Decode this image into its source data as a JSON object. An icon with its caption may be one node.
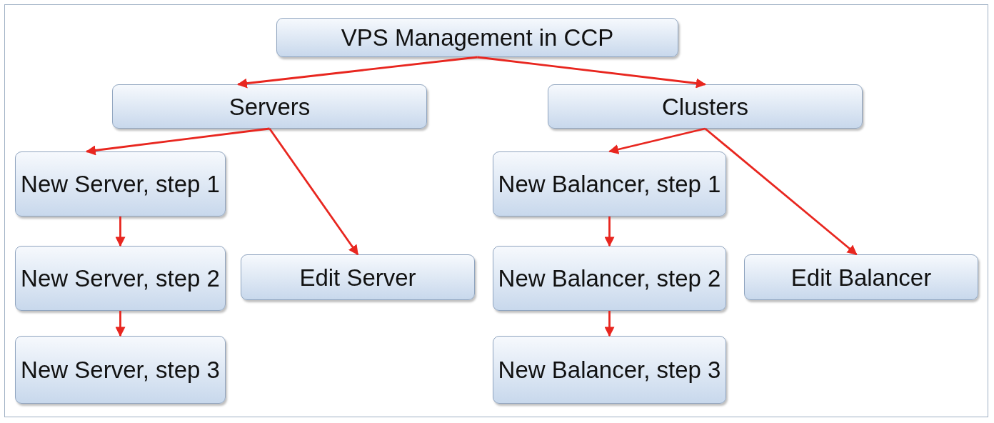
{
  "diagram": {
    "nodes": [
      {
        "text": [
          "VPS Management in CCP"
        ]
      },
      {
        "text": [
          "Servers"
        ]
      },
      {
        "text": [
          "Clusters"
        ]
      },
      {
        "text": [
          "New Server, step 1"
        ]
      },
      {
        "text": [
          "New Server, step 2"
        ]
      },
      {
        "text": [
          "New Server, step 3"
        ]
      },
      {
        "text": [
          "Edit Server"
        ]
      },
      {
        "text": [
          "New Balancer, step 1"
        ]
      },
      {
        "text": [
          "New Balancer, step 2"
        ]
      },
      {
        "text": [
          "New Balancer, step 3"
        ]
      },
      {
        "text": [
          "Edit Balancer"
        ]
      }
    ],
    "edges": [
      {
        "from": 0,
        "to": 1,
        "arrow": "to"
      },
      {
        "from": 0,
        "to": 2,
        "arrow": "to"
      },
      {
        "from": 1,
        "to": 3,
        "arrow": "to"
      },
      {
        "from": 1,
        "to": 6,
        "arrow": "to"
      },
      {
        "from": 3,
        "to": 4,
        "arrow": "to"
      },
      {
        "from": 4,
        "to": 5,
        "arrow": "to"
      },
      {
        "from": 2,
        "to": 7,
        "arrow": "to"
      },
      {
        "from": 2,
        "to": 10,
        "arrow": "to"
      },
      {
        "from": 7,
        "to": 8,
        "arrow": "to"
      },
      {
        "from": 8,
        "to": 9,
        "arrow": "to"
      }
    ]
  }
}
